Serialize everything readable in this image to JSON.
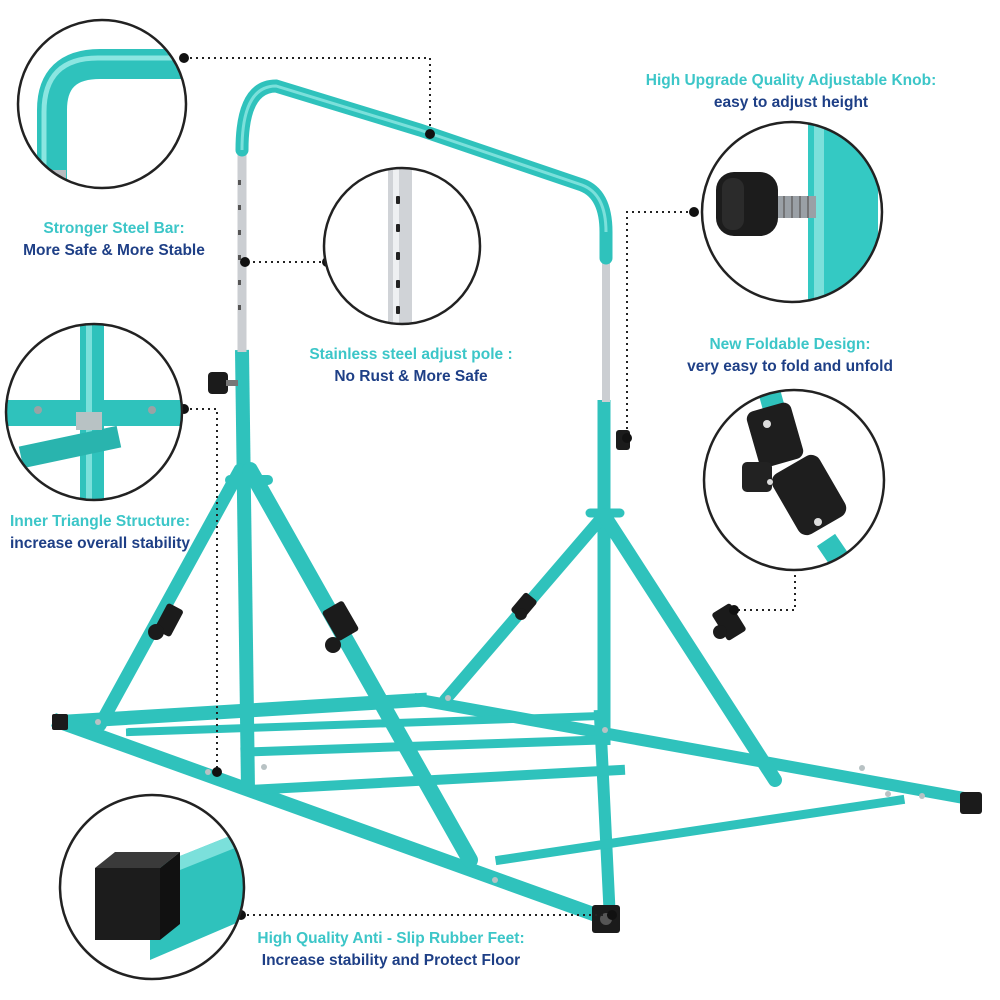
{
  "colors": {
    "frame": "#30c6c0",
    "frame_dark": "#1f9c97",
    "heading": "#3cc6c8",
    "subtext": "#1e3f86",
    "knob": "#1b1b1b",
    "steel": "#c9ccd0",
    "callout_line": "#222222"
  },
  "callouts": [
    {
      "id": "steel-bar",
      "heading": "Stronger Steel Bar:",
      "text": "More Safe & More Stable"
    },
    {
      "id": "adjust-pole",
      "heading": "Stainless steel adjust pole :",
      "text": "No Rust & More Safe"
    },
    {
      "id": "knob",
      "heading": "High Upgrade Quality Adjustable Knob:",
      "text": "easy to adjust height"
    },
    {
      "id": "foldable",
      "heading": "New Foldable Design:",
      "text": "very easy to fold and unfold"
    },
    {
      "id": "triangle",
      "heading": "Inner Triangle Structure:",
      "text": "increase overall stability"
    },
    {
      "id": "feet",
      "heading": "High Quality Anti - Slip Rubber Feet:",
      "text": "Increase stability and Protect Floor"
    }
  ],
  "icons": [
    "zoom-detail-circle-icon",
    "callout-dot-icon"
  ]
}
